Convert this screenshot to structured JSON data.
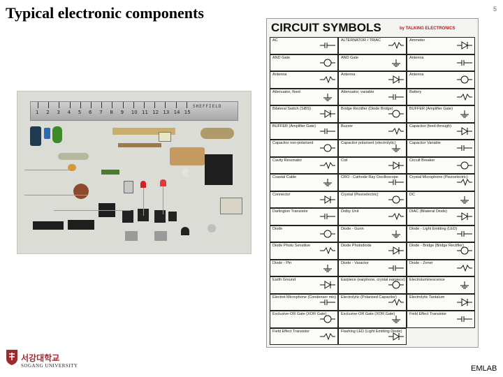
{
  "slide": {
    "title": "Typical electronic components",
    "page_number": "5",
    "footer_label": "EMLAB"
  },
  "photo": {
    "ruler_numbers": [
      "1",
      "2",
      "3",
      "4",
      "5",
      "6",
      "7",
      "8",
      "9",
      "10",
      "11",
      "12",
      "13",
      "14",
      "15"
    ],
    "ruler_label": "SHEFFIELD"
  },
  "chart": {
    "title": "CIRCUIT SYMBOLS",
    "byline": "by TALKING ELECTRONICS",
    "cells": [
      {
        "label": "AC"
      },
      {
        "label": "ALTERNATOR / TRIAC"
      },
      {
        "label": "Ammeter"
      },
      {
        "label": "AND Gate"
      },
      {
        "label": "AND Gate"
      },
      {
        "label": "Antenna"
      },
      {
        "label": "Antenna"
      },
      {
        "label": "Antenna"
      },
      {
        "label": "Antenna"
      },
      {
        "label": "Attenuator, fixed"
      },
      {
        "label": "Attenuator, variable"
      },
      {
        "label": "Battery"
      },
      {
        "label": "Bilateral Switch (SiBS)"
      },
      {
        "label": "Bridge Rectifier (Diode Bridge)"
      },
      {
        "label": "BUFFER (Amplifier Gate)"
      },
      {
        "label": "BUFFER (Amplifier Gate)"
      },
      {
        "label": "Buzzer"
      },
      {
        "label": "Capacitor (feed-through)"
      },
      {
        "label": "Capacitor non-polarised"
      },
      {
        "label": "Capacitor polarised (electrolytic)"
      },
      {
        "label": "Capacitor Variable"
      },
      {
        "label": "Cavity Resonator"
      },
      {
        "label": "Coil"
      },
      {
        "label": "Circuit Breaker"
      },
      {
        "label": "Coaxial Cable"
      },
      {
        "label": "CRO - Cathode Ray Oscilloscope"
      },
      {
        "label": "Crystal Microphone (Piezoelectric)"
      },
      {
        "label": "Connector"
      },
      {
        "label": "Crystal (Piezoelectric)"
      },
      {
        "label": "DC"
      },
      {
        "label": "Darlington Transistor"
      },
      {
        "label": "Dolby Unit"
      },
      {
        "label": "DIAC (Bilateral Diode)"
      },
      {
        "label": "Diode"
      },
      {
        "label": "Diode - Gunn"
      },
      {
        "label": "Diode - Light Emitting (LED)"
      },
      {
        "label": "Diode Photo Sensitive"
      },
      {
        "label": "Diode Photodiode"
      },
      {
        "label": "Diode - Bridge (Bridge Rectifier)"
      },
      {
        "label": "Diode - Pin"
      },
      {
        "label": "Diode - Varactor"
      },
      {
        "label": "Diode - Zener"
      },
      {
        "label": "Earth Ground"
      },
      {
        "label": "Earpiece (earphone, crystal earpiece)"
      },
      {
        "label": "Electroluminescence"
      },
      {
        "label": "Electret Microphone (Condenser mic)"
      },
      {
        "label": "Electrolytic (Polarised Capacitor)"
      },
      {
        "label": "Electrolytic Tantalum"
      },
      {
        "label": "Exclusive-OR Gate (XOR Gate)"
      },
      {
        "label": "Exclusive-OR Gate (XOR Gate)"
      },
      {
        "label": "Field Effect Transistor"
      },
      {
        "label": "Field Effect Transistor"
      },
      {
        "label": "Flashing LED (Light Emitting Diode)"
      }
    ]
  },
  "logo": {
    "korean": "서강대학교",
    "english": "SOGANG UNIVERSITY"
  }
}
